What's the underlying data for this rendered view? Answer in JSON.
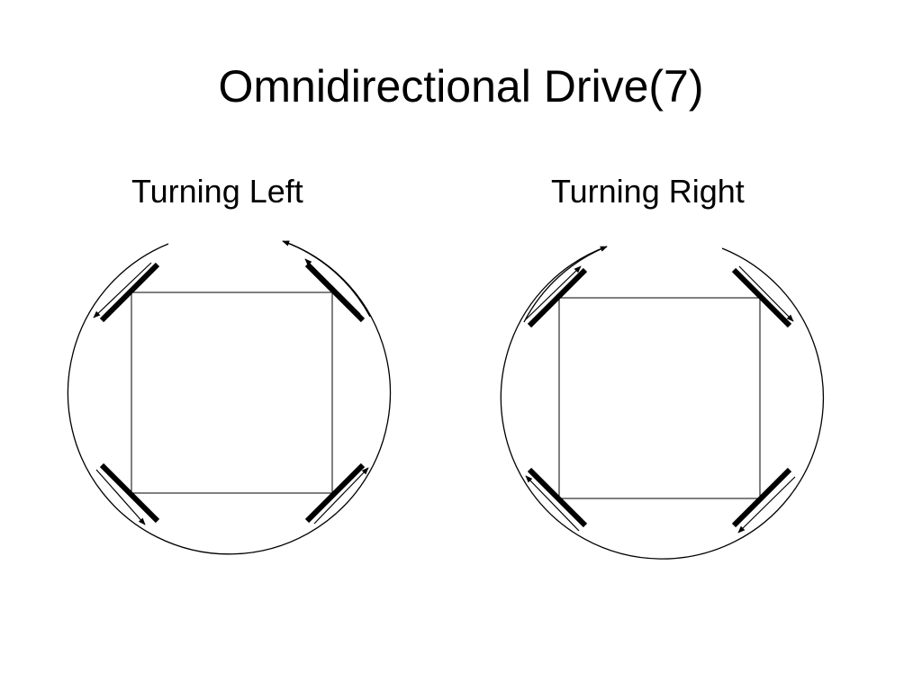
{
  "slide": {
    "title": "Omnidirectional Drive(7)"
  },
  "diagrams": [
    {
      "label": "Turning Left"
    },
    {
      "label": "Turning Right"
    }
  ],
  "colors": {
    "ink": "#000000",
    "background": "#ffffff"
  }
}
